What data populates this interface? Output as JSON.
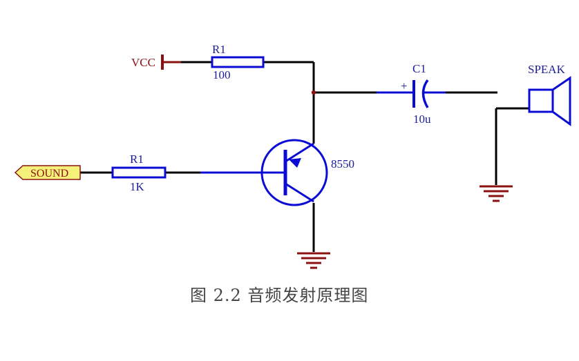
{
  "colors": {
    "wire": "#000000",
    "component": "#0b0bd6",
    "power": "#8b1010",
    "port_fill": "#f5f07a",
    "caption": "#444444"
  },
  "labels": {
    "vcc": "VCC",
    "r_top_ref": "R1",
    "r_top_value": "100",
    "r_in_ref": "R1",
    "r_in_value": "1K",
    "transistor": "8550",
    "cap_ref": "C1",
    "cap_value": "10u",
    "cap_polarity": "+",
    "speaker": "SPEAK",
    "port": "SOUND"
  },
  "caption": "图 2.2 音频发射原理图"
}
